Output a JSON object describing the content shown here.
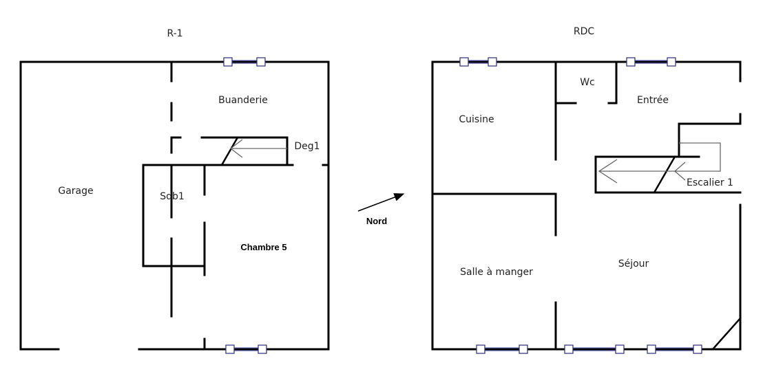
{
  "levels": {
    "basement": {
      "title": "R-1"
    },
    "ground": {
      "title": "RDC"
    }
  },
  "rooms": {
    "garage": "Garage",
    "buanderie": "Buanderie",
    "deg1": "Deg1",
    "sdb1": "Sdb1",
    "chambre5": "Chambre 5",
    "wc": "Wc",
    "entree": "Entrée",
    "cuisine": "Cuisine",
    "escalier1": "Escalier 1",
    "salle_a_manger": "Salle à manger",
    "sejour": "Séjour"
  },
  "compass": {
    "label": "Nord"
  },
  "colors": {
    "wall": "#000000",
    "window_frame": "#2a2a7a"
  }
}
